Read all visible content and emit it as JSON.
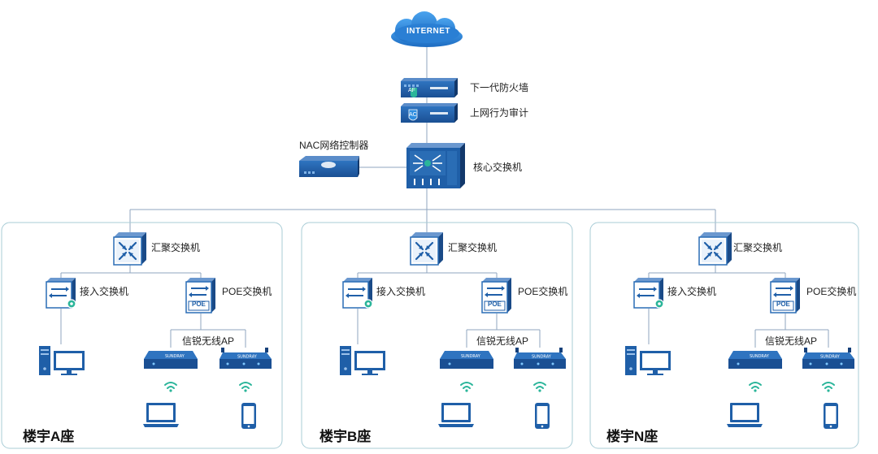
{
  "internet": {
    "label": "INTERNET"
  },
  "core": {
    "firewall_label": "下一代防火墙",
    "audit_label": "上网行为审计",
    "nac_label": "NAC网络控制器",
    "core_switch_label": "核心交换机",
    "af_badge": "AF",
    "ac_badge": "AC"
  },
  "buildings": [
    {
      "name": "楼宇A座",
      "aggregation_label": "汇聚交换机",
      "access_label": "接入交换机",
      "poe_label": "POE交换机",
      "poe_badge": "POE",
      "ap_label": "信锐无线AP"
    },
    {
      "name": "楼宇B座",
      "aggregation_label": "汇聚交换机",
      "access_label": "接入交换机",
      "poe_label": "POE交换机",
      "poe_badge": "POE",
      "ap_label": "信锐无线AP"
    },
    {
      "name": "楼宇N座",
      "aggregation_label": "汇聚交换机",
      "access_label": "接入交换机",
      "poe_label": "POE交换机",
      "poe_badge": "POE",
      "ap_label": "信锐无线AP"
    }
  ],
  "colors": {
    "device_blue": "#1f5fa8",
    "device_dark": "#16407a",
    "switch_face": "#2a6db5",
    "cloud": "#2a7fd4",
    "link": "#8fa5bf",
    "panel_border": "#a8ccd6",
    "wifi_green": "#2bb59a"
  }
}
